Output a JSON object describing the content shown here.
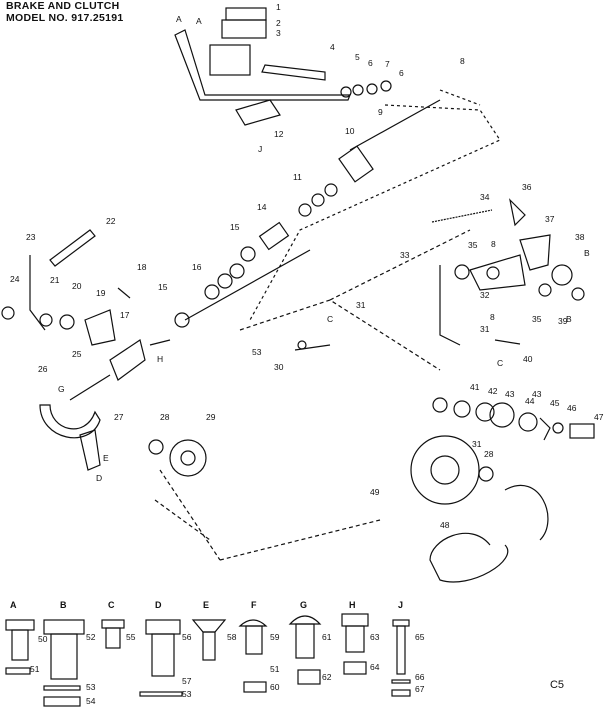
{
  "header": {
    "title_line1": "BRAKE AND CLUTCH",
    "title_line2": "MODEL NO. 917.25191"
  },
  "page_code": "C5",
  "callouts": [
    "1",
    "2",
    "3",
    "4",
    "5",
    "6",
    "7",
    "6",
    "8",
    "9",
    "10",
    "11",
    "12",
    "14",
    "15",
    "15",
    "16",
    "17",
    "18",
    "19",
    "20",
    "21",
    "22",
    "23",
    "24",
    "25",
    "26",
    "27",
    "28",
    "28",
    "29",
    "30",
    "31",
    "31",
    "31",
    "32",
    "33",
    "34",
    "35",
    "35",
    "36",
    "37",
    "38",
    "39",
    "40",
    "41",
    "42",
    "43",
    "43",
    "44",
    "45",
    "46",
    "47",
    "48",
    "49",
    "53",
    "8",
    "8"
  ],
  "hardware": [
    {
      "letter": "A",
      "parts": [
        "50",
        "51"
      ]
    },
    {
      "letter": "B",
      "parts": [
        "52",
        "53",
        "54"
      ]
    },
    {
      "letter": "C",
      "parts": [
        "55"
      ]
    },
    {
      "letter": "D",
      "parts": [
        "56",
        "57",
        "53"
      ]
    },
    {
      "letter": "E",
      "parts": [
        "58"
      ]
    },
    {
      "letter": "F",
      "parts": [
        "59",
        "51",
        "60"
      ]
    },
    {
      "letter": "G",
      "parts": [
        "61",
        "62"
      ]
    },
    {
      "letter": "H",
      "parts": [
        "63",
        "64"
      ]
    },
    {
      "letter": "J",
      "parts": [
        "65",
        "66",
        "67"
      ]
    }
  ],
  "letter_marks": [
    "A",
    "A",
    "B",
    "B",
    "C",
    "C",
    "D",
    "E",
    "G",
    "H",
    "J"
  ]
}
